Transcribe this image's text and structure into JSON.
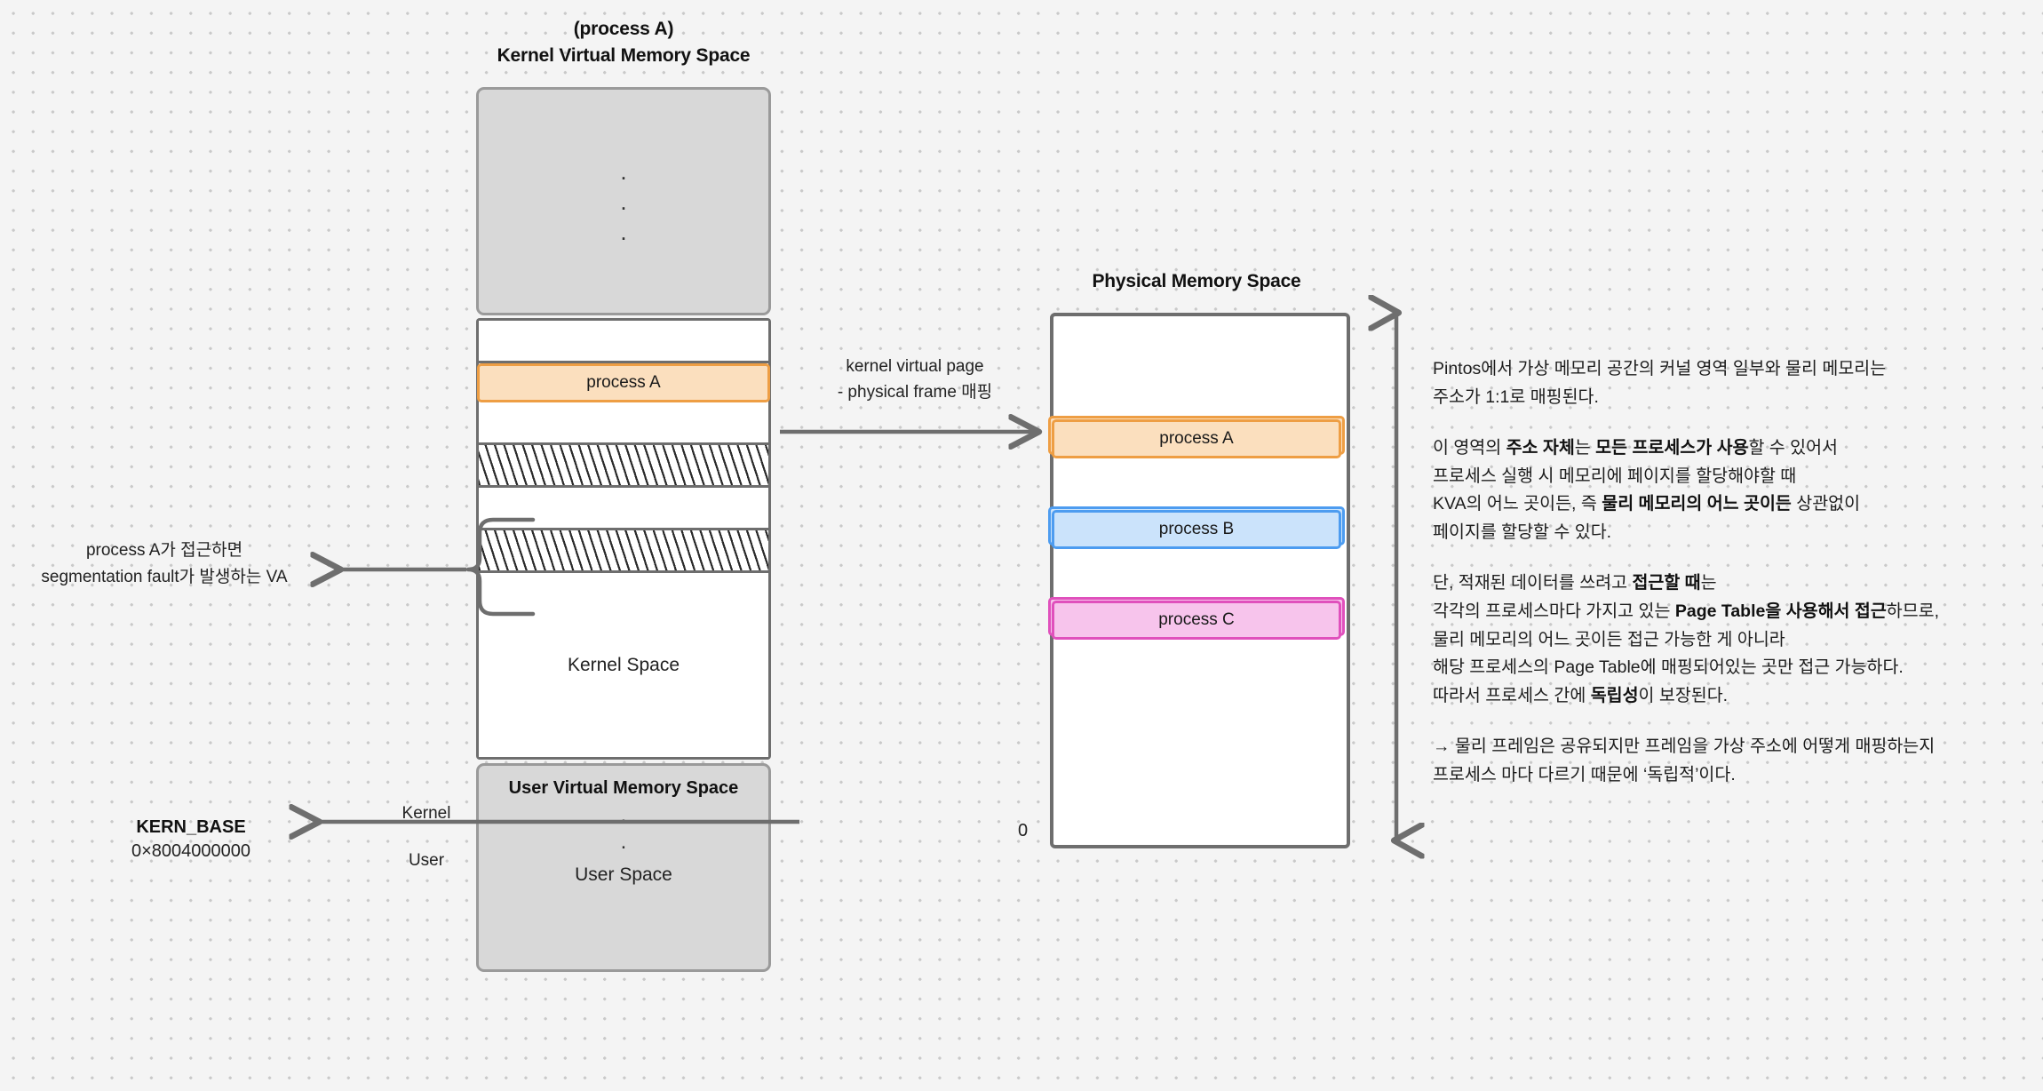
{
  "kernel_column": {
    "title": "(process A)\nKernel Virtual Memory Space",
    "ellipsis_dots": ".",
    "rows": [
      {
        "kind": "blank",
        "label": ""
      },
      {
        "kind": "process",
        "label": "process A",
        "color": "#fbdfbe",
        "border": "#ee9e44"
      },
      {
        "kind": "blank",
        "label": ""
      },
      {
        "kind": "hatched",
        "label": ""
      },
      {
        "kind": "blank",
        "label": ""
      },
      {
        "kind": "hatched",
        "label": ""
      },
      {
        "kind": "kernel_space",
        "label": "Kernel Space"
      }
    ],
    "user_block": {
      "title": "User Virtual Memory Space",
      "dots": ".",
      "label": "User Space"
    }
  },
  "physical_column": {
    "title": "Physical Memory Space",
    "zero_label": "0",
    "slots": [
      {
        "label": "process A",
        "fill": "#fbdfbe",
        "border": "#ee9e44"
      },
      {
        "label": "process B",
        "fill": "#cbe3fb",
        "border": "#4d9cf0"
      },
      {
        "label": "process C",
        "fill": "#f7c4ec",
        "border": "#e050bc"
      }
    ]
  },
  "connectors": {
    "mapping_label_line1": "kernel virtual page",
    "mapping_label_line2": "- physical frame 매핑",
    "segfault_label_line1": "process A가 접근하면",
    "segfault_label_line2": "segmentation fault가 발생하는 VA",
    "kern_base_name": "KERN_BASE",
    "kern_base_addr": "0×8004000000",
    "kernel_side_label": "Kernel",
    "user_side_label": "User"
  },
  "notes": {
    "p1": [
      {
        "t": "Pintos에서 가상 메모리 공간의 커널 영역 일부와 물리 메모리는",
        "b": false
      },
      {
        "t": "\n",
        "b": false
      },
      {
        "t": "주소가 1:1로 매핑된다.",
        "b": false
      }
    ],
    "p2": [
      {
        "t": "이 영역의 ",
        "b": false
      },
      {
        "t": "주소 자체",
        "b": true
      },
      {
        "t": "는 ",
        "b": false
      },
      {
        "t": "모든 프로세스가 사용",
        "b": true
      },
      {
        "t": "할 수 있어서",
        "b": false
      },
      {
        "t": "\n",
        "b": false
      },
      {
        "t": "프로세스 실행 시 메모리에 페이지를 할당해야할 때",
        "b": false
      },
      {
        "t": "\n",
        "b": false
      },
      {
        "t": "KVA의 어느 곳이든, 즉 ",
        "b": false
      },
      {
        "t": "물리 메모리의 어느 곳이든",
        "b": true
      },
      {
        "t": " 상관없이",
        "b": false
      },
      {
        "t": "\n",
        "b": false
      },
      {
        "t": "페이지를 할당할 수 있다.",
        "b": false
      }
    ],
    "p3": [
      {
        "t": "단, 적재된 데이터를 쓰려고 ",
        "b": false
      },
      {
        "t": "접근할 때",
        "b": true
      },
      {
        "t": "는",
        "b": false
      },
      {
        "t": "\n",
        "b": false
      },
      {
        "t": "각각의 프로세스마다 가지고 있는 ",
        "b": false
      },
      {
        "t": "Page Table을 사용해서 접근",
        "b": true
      },
      {
        "t": "하므로,",
        "b": false
      },
      {
        "t": "\n",
        "b": false
      },
      {
        "t": "물리 메모리의 어느 곳이든 접근 가능한 게 아니라",
        "b": false
      },
      {
        "t": "\n",
        "b": false
      },
      {
        "t": "해당 프로세스의 Page Table에 매핑되어있는 곳만 접근 가능하다.",
        "b": false
      },
      {
        "t": "\n",
        "b": false
      },
      {
        "t": "따라서 프로세스 간에 ",
        "b": false
      },
      {
        "t": "독립성",
        "b": true
      },
      {
        "t": "이 보장된다.",
        "b": false
      }
    ],
    "p4": [
      {
        "t": "→ 물리 프레임은 공유되지만 프레임을 가상 주소에 어떻게 매핑하는지",
        "b": false
      },
      {
        "t": "\n",
        "b": false
      },
      {
        "t": "프로세스 마다 다르기 때문에 ‘독립적’이다.",
        "b": false
      }
    ]
  },
  "colors": {
    "background": "#f4f4f4",
    "dot": "#c9c9c9",
    "stroke": "#6e6e6e",
    "grey_block": "#d8d8d8",
    "grey_block_border": "#9a9a9a",
    "process_a": "#fbdfbe",
    "process_a_border": "#ee9e44",
    "process_b": "#cbe3fb",
    "process_b_border": "#4d9cf0",
    "process_c": "#f7c4ec",
    "process_c_border": "#e050bc"
  }
}
